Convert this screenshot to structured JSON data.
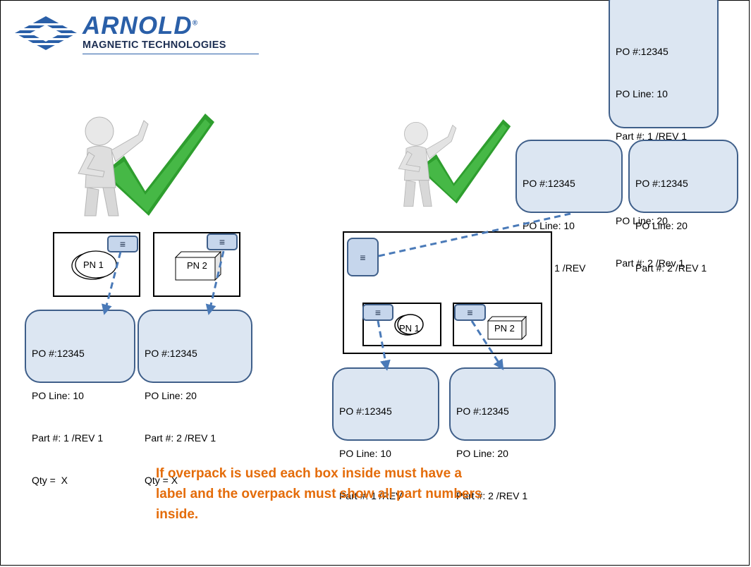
{
  "logo": {
    "name": "ARNOLD",
    "registered": "®",
    "subtitle": "MAGNETIC TECHNOLOGIES"
  },
  "label_icon": "≡",
  "left_group": {
    "boxes": [
      {
        "part_text": "PN 1"
      },
      {
        "part_text": "PN 2"
      }
    ],
    "cards": [
      {
        "lines": [
          "PO #:12345",
          "PO Line: 10",
          "Part #: 1 /REV 1",
          "Qty =  X"
        ]
      },
      {
        "lines": [
          "PO #:12345",
          "PO Line: 20",
          "Part #: 2 /REV 1",
          "Qty = X"
        ]
      }
    ]
  },
  "right_group": {
    "overpack_card": {
      "block1": [
        "PO #:12345",
        "PO Line: 10",
        "Part #: 1 /REV 1"
      ],
      "block2": [
        "PO Line: 20",
        "Part #: 2 /Rev 1"
      ]
    },
    "overpack_label_cards": [
      {
        "lines": [
          "PO #:12345",
          "PO Line: 10",
          "Part #: 1 /REV"
        ],
        "faint_suffix": "1"
      },
      {
        "lines": [
          "PO #:12345",
          "PO Line: 20",
          "Part #: 2 /REV 1"
        ]
      }
    ],
    "inner_boxes": [
      {
        "part_text": "PN 1"
      },
      {
        "part_text": "PN 2"
      }
    ],
    "inner_cards": [
      {
        "lines": [
          "PO #:12345",
          "PO Line: 10",
          "Part #: 1 /REV"
        ],
        "faint_suffix": "1"
      },
      {
        "lines": [
          "PO #:12345",
          "PO Line: 20",
          "Part #: 2 /REV 1"
        ]
      }
    ]
  },
  "caption": {
    "line1": "If overpack is used each box inside must have a",
    "line2": "label and the overpack must show all part numbers",
    "line3": "inside."
  },
  "colors": {
    "card_fill": "#dce6f2",
    "card_border": "#3f5f8a",
    "arrow": "#4a7ab8",
    "caption": "#e46c0a",
    "check": "#2e9e2e",
    "logo": "#2a5fa8"
  }
}
